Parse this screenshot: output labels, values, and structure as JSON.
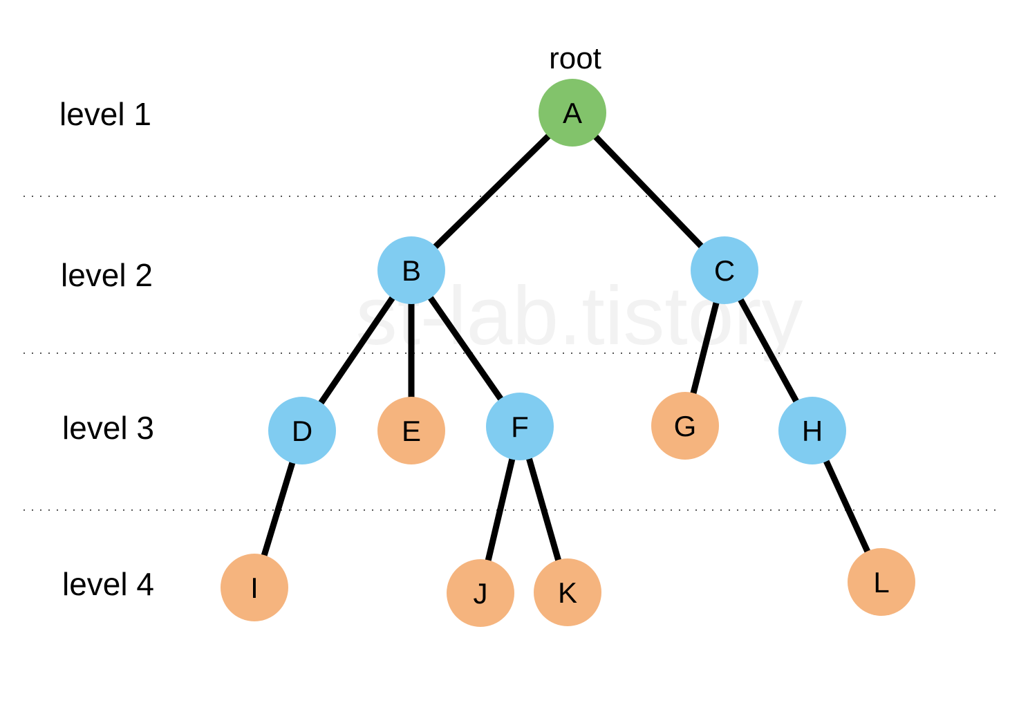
{
  "watermark": "st-lab.tistory",
  "root_label": "root",
  "colors": {
    "root": "#82c36b",
    "internal": "#80ccf1",
    "leaf": "#f5b47e"
  },
  "levels": [
    "level 1",
    "level 2",
    "level 3",
    "level 4"
  ],
  "tree": {
    "nodes": [
      {
        "id": "A",
        "label": "A",
        "level": 1,
        "kind": "root"
      },
      {
        "id": "B",
        "label": "B",
        "level": 2,
        "kind": "internal"
      },
      {
        "id": "C",
        "label": "C",
        "level": 2,
        "kind": "internal"
      },
      {
        "id": "D",
        "label": "D",
        "level": 3,
        "kind": "internal"
      },
      {
        "id": "E",
        "label": "E",
        "level": 3,
        "kind": "leaf"
      },
      {
        "id": "F",
        "label": "F",
        "level": 3,
        "kind": "internal"
      },
      {
        "id": "G",
        "label": "G",
        "level": 3,
        "kind": "leaf"
      },
      {
        "id": "H",
        "label": "H",
        "level": 3,
        "kind": "internal"
      },
      {
        "id": "I",
        "label": "I",
        "level": 4,
        "kind": "leaf"
      },
      {
        "id": "J",
        "label": "J",
        "level": 4,
        "kind": "leaf"
      },
      {
        "id": "K",
        "label": "K",
        "level": 4,
        "kind": "leaf"
      },
      {
        "id": "L",
        "label": "L",
        "level": 4,
        "kind": "leaf"
      }
    ],
    "edges": [
      [
        "A",
        "B"
      ],
      [
        "A",
        "C"
      ],
      [
        "B",
        "D"
      ],
      [
        "B",
        "E"
      ],
      [
        "B",
        "F"
      ],
      [
        "C",
        "G"
      ],
      [
        "C",
        "H"
      ],
      [
        "D",
        "I"
      ],
      [
        "F",
        "J"
      ],
      [
        "F",
        "K"
      ],
      [
        "H",
        "L"
      ]
    ]
  }
}
